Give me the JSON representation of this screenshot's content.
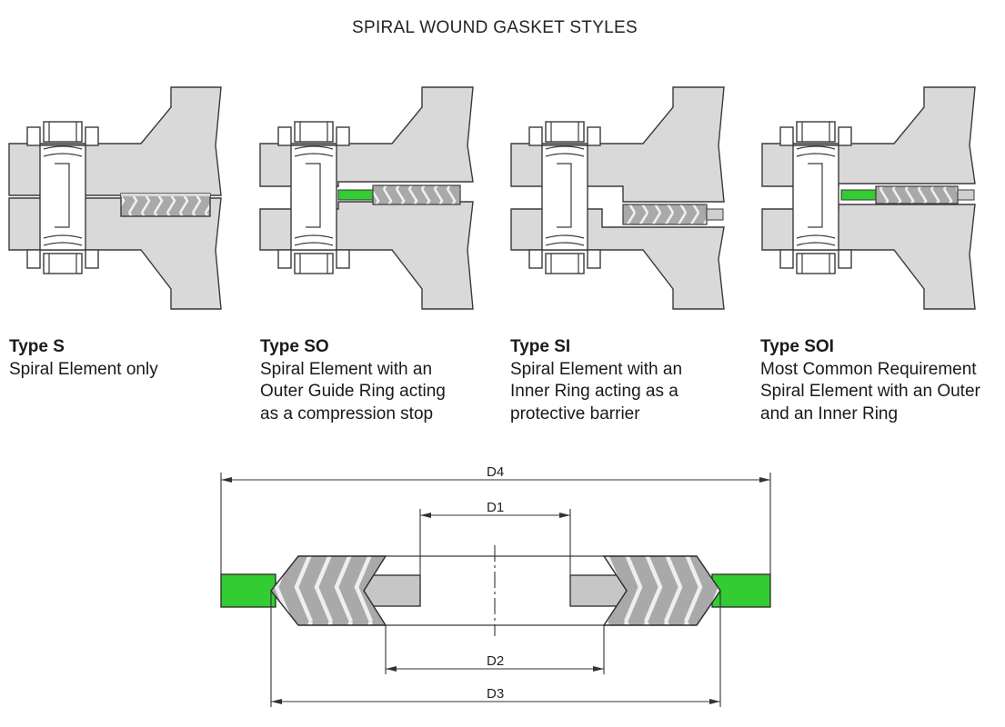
{
  "title": "SPIRAL WOUND GASKET STYLES",
  "colors": {
    "flange_fill": "#d9d9d9",
    "outline": "#3a3a3a",
    "spiral_fill": "#a8a8a8",
    "spiral_chevron": "#8a8a8a",
    "guide_ring": "#33cc33",
    "inner_ring": "#bfbfbf"
  },
  "styles": [
    {
      "id": "S",
      "name": "Type S",
      "lines": [
        "Spiral Element only"
      ]
    },
    {
      "id": "SO",
      "name": "Type SO",
      "lines": [
        "Spiral Element with an",
        "Outer Guide Ring acting",
        "as a compression stop"
      ]
    },
    {
      "id": "SI",
      "name": "Type SI",
      "lines": [
        "Spiral Element with an",
        "Inner Ring acting as a",
        "protective barrier"
      ]
    },
    {
      "id": "SOI",
      "name": "Type SOI",
      "lines": [
        "Most Common Requirement",
        "Spiral Element with an Outer",
        "and an Inner Ring"
      ]
    }
  ],
  "dimensions": {
    "d1": "D1",
    "d2": "D2",
    "d3": "D3",
    "d4": "D4"
  }
}
